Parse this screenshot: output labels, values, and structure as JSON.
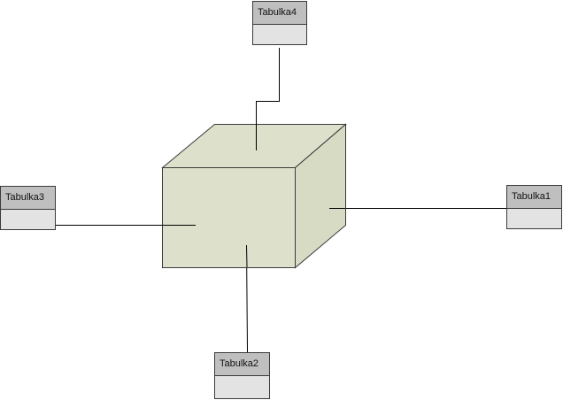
{
  "diagram": {
    "tables": {
      "t1": {
        "label": "Tabulka1"
      },
      "t2": {
        "label": "Tabulka2"
      },
      "t3": {
        "label": "Tabulka3"
      },
      "t4": {
        "label": "Tabulka4"
      }
    },
    "colors": {
      "cube_front": "#dde0cb",
      "cube_top": "#dde0cb",
      "cube_side": "#d7dbc4",
      "table_header": "#bfbfbf",
      "table_body": "#e3e3e3",
      "line": "#000000"
    }
  }
}
